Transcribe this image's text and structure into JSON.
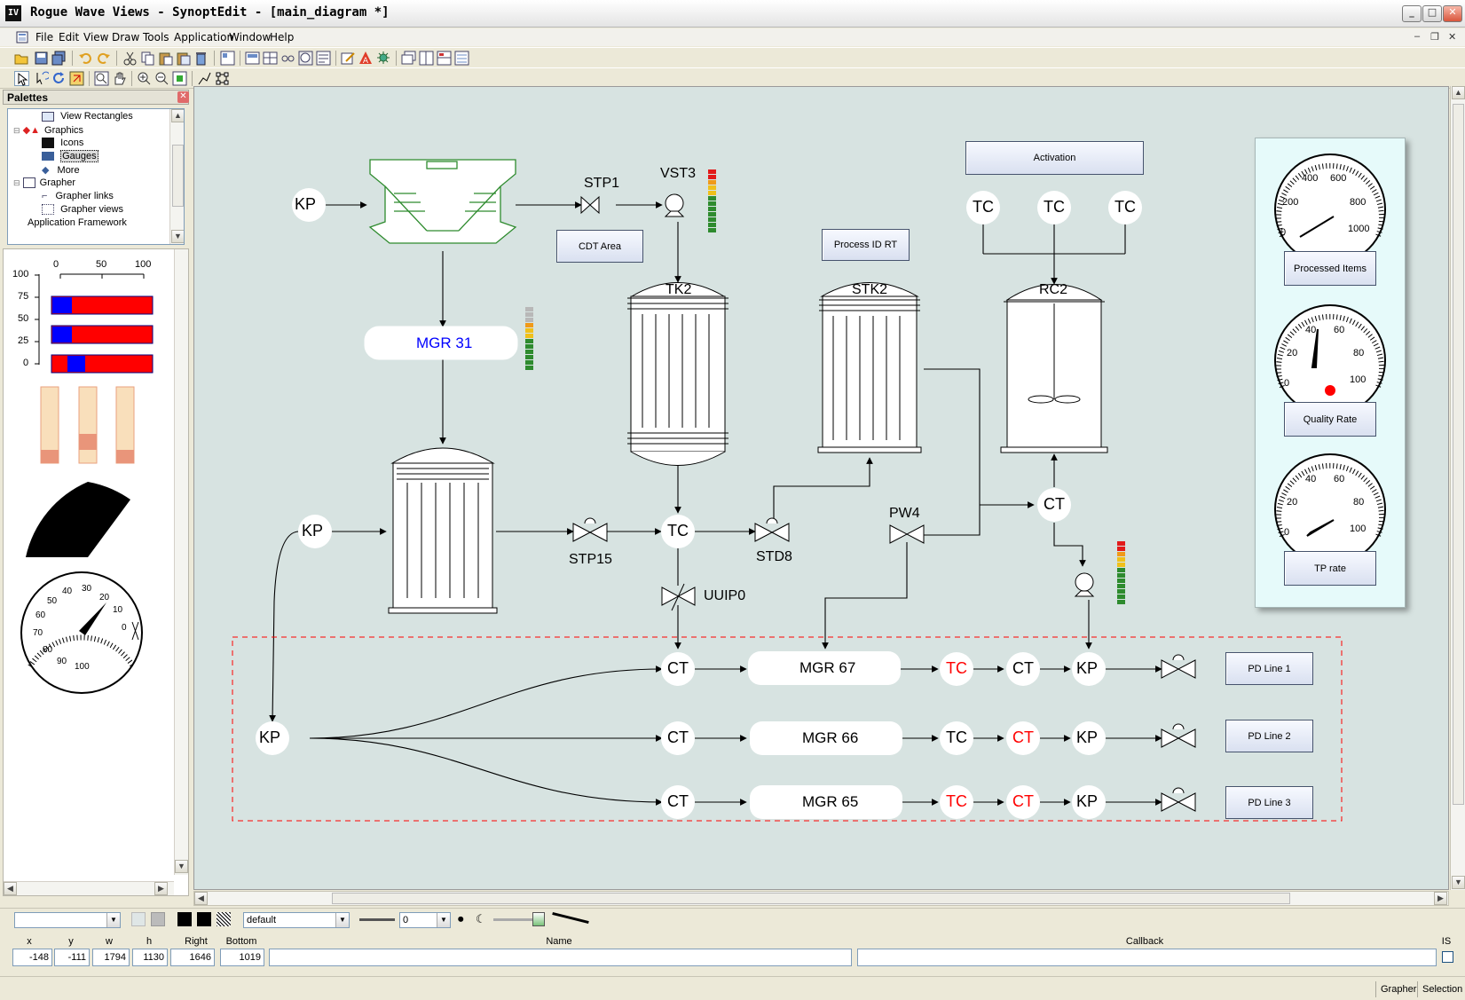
{
  "window": {
    "title": "Rogue Wave Views - SynoptEdit - [main_diagram *]",
    "app_icon_text": "IV"
  },
  "menu": [
    "File",
    "Edit",
    "View",
    "Draw",
    "Tools",
    "Application",
    "Window",
    "Help"
  ],
  "palettes": {
    "title": "Palettes",
    "tree": [
      {
        "label": "View Rectangles",
        "level": 2
      },
      {
        "label": "Graphics",
        "level": 1
      },
      {
        "label": "Icons",
        "level": 2
      },
      {
        "label": "Gauges",
        "level": 2,
        "selected": true
      },
      {
        "label": "More",
        "level": 2
      },
      {
        "label": "Grapher",
        "level": 1
      },
      {
        "label": "Grapher links",
        "level": 2
      },
      {
        "label": "Grapher views",
        "level": 2
      },
      {
        "label": "Application Framework",
        "level": 1
      }
    ],
    "bar_scale": {
      "top_ticks": [
        "0",
        "50",
        "100"
      ],
      "left_ticks": [
        "100",
        "75",
        "50",
        "25",
        "0"
      ]
    },
    "gauge_ticks": [
      "40",
      "30",
      "20",
      "10",
      "0",
      "50",
      "60",
      "70",
      "80",
      "90",
      "100"
    ]
  },
  "diagram": {
    "nodes": {
      "kp_top": "KP",
      "stp1": "STP1",
      "vst3": "VST3",
      "mgr31": "MGR 31",
      "tk2": "TK2",
      "stk2": "STK2",
      "rc2": "RC2",
      "tc_a": "TC",
      "tc_b": "TC",
      "tc_c": "TC",
      "kp_mid": "KP",
      "stp15": "STP15",
      "tc_mid": "TC",
      "std8": "STD8",
      "pw4": "PW4",
      "ct_mid": "CT",
      "uuip0": "UUIP0",
      "kp_left": "KP",
      "line1": {
        "ct": "CT",
        "mgr": "MGR 67",
        "tc": "TC",
        "ct2": "CT",
        "kp": "KP"
      },
      "line2": {
        "ct": "CT",
        "mgr": "MGR 66",
        "tc": "TC",
        "ct2": "CT",
        "kp": "KP"
      },
      "line3": {
        "ct": "CT",
        "mgr": "MGR 65",
        "tc": "TC",
        "ct2": "CT",
        "kp": "KP"
      }
    },
    "buttons": {
      "cdt_area": "CDT Area",
      "process_id": "Process ID RT",
      "activation": "Activation",
      "pd_line1": "PD Line 1",
      "pd_line2": "PD Line 2",
      "pd_line3": "PD Line 3"
    },
    "gauges": [
      {
        "ticks": [
          "400",
          "600",
          "200",
          "800",
          "0",
          "1000"
        ],
        "button": "Processed Items"
      },
      {
        "ticks": [
          "40",
          "60",
          "20",
          "80",
          "0",
          "100"
        ],
        "button": "Quality Rate"
      },
      {
        "ticks": [
          "40",
          "60",
          "20",
          "80",
          "0",
          "100"
        ],
        "button": "TP rate"
      }
    ],
    "colors": {
      "canvas_bg": "#d7e3e1",
      "alert_text": "#ff0000",
      "mgr31_text": "#0000ff",
      "cooling_tower": "#2e8b2e"
    }
  },
  "attribute_bar": {
    "style_combo": "default",
    "line_width_combo": "0"
  },
  "properties": {
    "labels": {
      "x": "x",
      "y": "y",
      "w": "w",
      "h": "h",
      "right": "Right",
      "bottom": "Bottom",
      "name": "Name",
      "callback": "Callback",
      "is": "IS"
    },
    "values": {
      "x": "-148",
      "y": "-111",
      "w": "1794",
      "h": "1130",
      "right": "1646",
      "bottom": "1019",
      "name": "",
      "callback": ""
    }
  },
  "status": {
    "grapher": "Grapher",
    "selection": "Selection"
  }
}
